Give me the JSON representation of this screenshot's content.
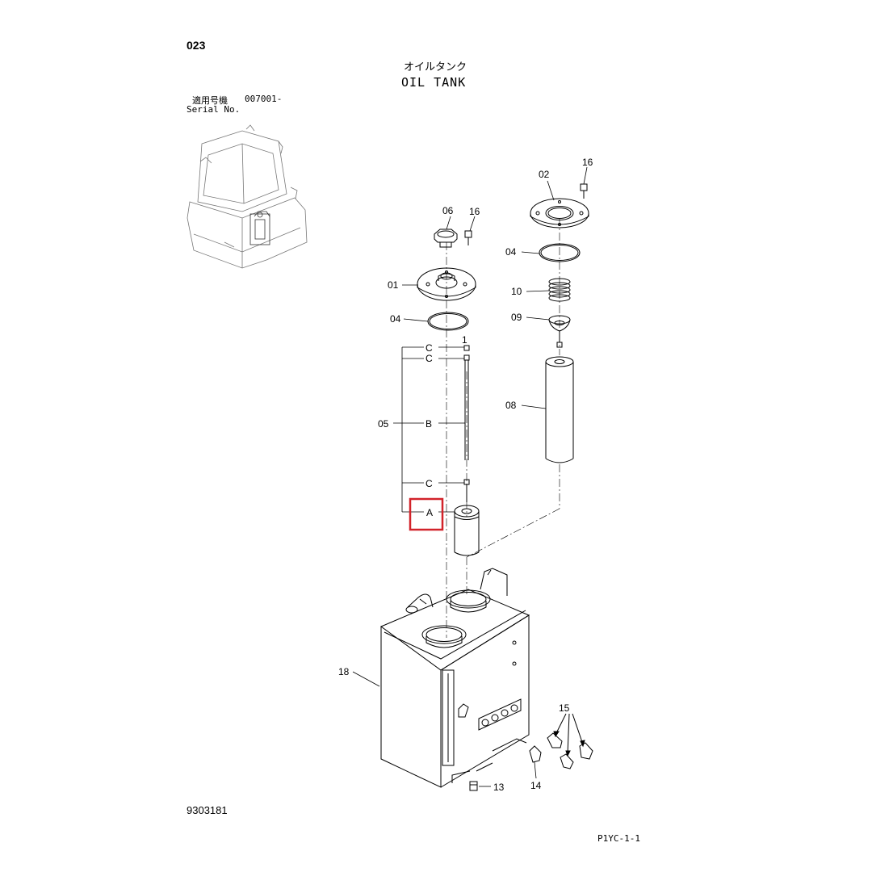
{
  "header": {
    "page_code": "023",
    "title_jp": "オイルタンク",
    "title_en": "OIL TANK",
    "serial_label_jp": "適用号機",
    "serial_value": "007001-",
    "serial_label_en": "Serial No."
  },
  "footer": {
    "doc_number": "9303181",
    "page_ref": "P1YC-1-1"
  },
  "callouts": {
    "c01": "01",
    "c02": "02",
    "c04a": "04",
    "c04b": "04",
    "c05": "05",
    "c06": "06",
    "c08": "08",
    "c09": "09",
    "c10": "10",
    "c13": "13",
    "c14": "14",
    "c15": "15",
    "c16a": "16",
    "c16b": "16",
    "c18": "18",
    "c1": "1"
  },
  "sub_labels": {
    "a": "A",
    "b": "B",
    "c1": "C",
    "c2": "C",
    "c3": "C"
  },
  "highlight": {
    "target": "A",
    "color": "#d2232a"
  }
}
